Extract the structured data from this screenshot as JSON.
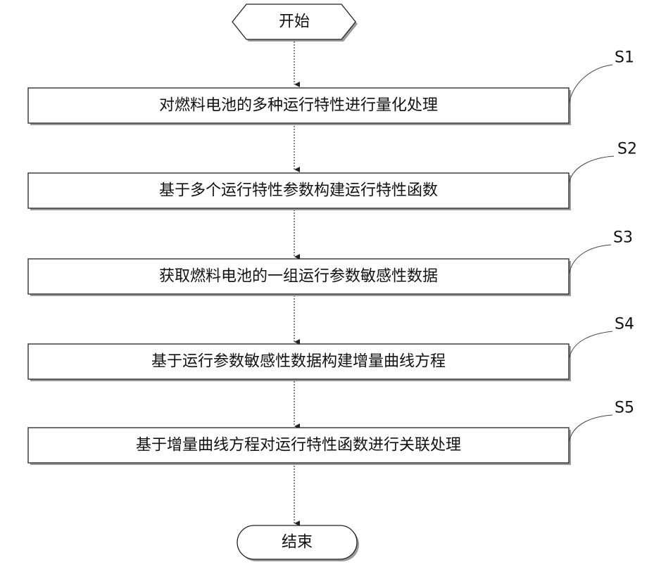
{
  "start": {
    "label": "开始"
  },
  "end": {
    "label": "结束"
  },
  "steps": [
    {
      "id": "S1",
      "text": "对燃料电池的多种运行特性进行量化处理"
    },
    {
      "id": "S2",
      "text": "基于多个运行特性参数构建运行特性函数"
    },
    {
      "id": "S3",
      "text": "获取燃料电池的一组运行参数敏感性数据"
    },
    {
      "id": "S4",
      "text": "基于运行参数敏感性数据构建增量曲线方程"
    },
    {
      "id": "S5",
      "text": "基于增量曲线方程对运行特性函数进行关联处理"
    }
  ],
  "colors": {
    "stroke": "#222222",
    "shadow": "#9a9a9a",
    "background": "#ffffff"
  }
}
